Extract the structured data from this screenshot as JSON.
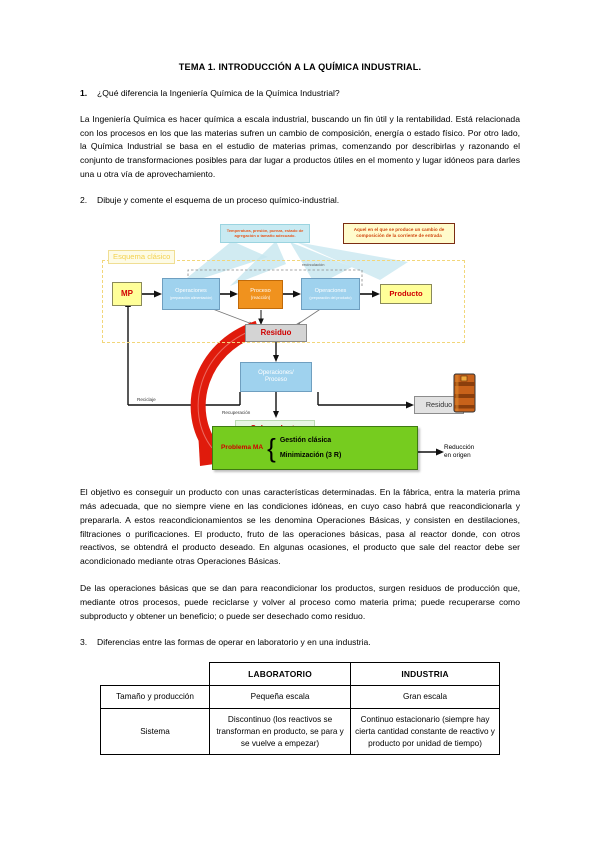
{
  "document": {
    "title": "TEMA 1. INTRODUCCIÓN A LA QUÍMICA INDUSTRIAL."
  },
  "questions": [
    {
      "number": "1.",
      "text": "¿Qué diferencia la Ingeniería Química de la Química Industrial?"
    },
    {
      "number": "2.",
      "text": "Dibuje y comente el esquema de un proceso químico-industrial."
    },
    {
      "number": "3.",
      "text": "Diferencias entre las formas de operar en laboratorio y en una industria."
    }
  ],
  "paragraphs": {
    "p1": "La Ingeniería Química es hacer química a escala industrial, buscando un fin útil y la rentabilidad. Está relacionada con los procesos en los que las materias sufren un cambio de composición, energía o estado físico. Por otro lado, la Química Industrial se basa en el estudio de materias primas, comenzando por describirlas y razonando el conjunto de transformaciones posibles para dar lugar a productos útiles en el momento y lugar idóneos para darles una u otra vía de aprovechamiento.",
    "p2": "El objetivo es conseguir un producto con unas características determinadas. En la fábrica, entra la materia prima más adecuada, que no siempre viene en las condiciones idóneas, en cuyo caso habrá que reacondicionarla y prepararla. A estos reacondicionamientos se les denomina Operaciones Básicas, y consisten en destilaciones, filtraciones o purificaciones. El producto, fruto de las operaciones básicas, pasa al reactor donde, con otros reactivos, se obtendrá el producto deseado. En algunas ocasiones, el producto que sale del reactor debe ser acondicionado mediante otras Operaciones Básicas.",
    "p3": "De las operaciones básicas que se dan para reacondicionar los productos, surgen residuos de producción que, mediante otros procesos, puede reciclarse y volver al proceso como materia prima; puede recuperarse como subproducto y obtener un beneficio; o puede ser desechado como residuo."
  },
  "diagram": {
    "callout_conditions": "Temperatura, presión, pureza, estado de agregación o tamaño adecuado.",
    "callout_process": "Aquel en el que se produce un cambio de composición de la corriente de entrada",
    "scheme_label": "Esquema clásico",
    "nodes": {
      "mp": "MP",
      "op1_main": "Operaciones",
      "op1_sub": "(preparación alimentación)",
      "proceso_main": "Proceso",
      "proceso_sub": "(reacción)",
      "op2_main": "Operaciones",
      "op2_sub": "(preparación del producto)",
      "producto": "Producto",
      "residuo": "Residuo",
      "op_proceso_main": "Operaciones/",
      "op_proceso_sub": "Proceso",
      "subproducto": "Subproducto",
      "residuo_final": "Residuo",
      "problema_ma": "Problema MA",
      "gestion_clasica": "Gestión clásica",
      "minimizacion": "Minimización (3 R)",
      "reduccion_line1": "Reducción",
      "reduccion_line2": "en origen"
    },
    "edge_labels": {
      "recirculacion": "recirculación",
      "reciclaje": "Reciclaje",
      "recuperacion": "Recuperación"
    },
    "colors": {
      "mp_fill": "#ffff99",
      "operations_fill": "#9fd2ee",
      "process_fill": "#f0921e",
      "residue_fill": "#d4d4d4",
      "subproduct_fill": "#e8f6e4",
      "problem_fill": "#76cc1f",
      "callout_blue": "#c8eaf2",
      "callout_yellow": "#fffbcc",
      "arrow_red": "#e01b0c",
      "scheme_border": "#f2d67a"
    }
  },
  "table": {
    "headers": [
      "",
      "LABORATORIO",
      "INDUSTRIA"
    ],
    "rows": [
      {
        "label": "Tamaño y producción",
        "laboratorio": "Pequeña escala",
        "industria": "Gran escala"
      },
      {
        "label": "Sistema",
        "laboratorio": "Discontinuo (los reactivos se transforman en producto, se para y se vuelve a empezar)",
        "industria": "Continuo estacionario (siempre hay cierta cantidad constante de reactivo y producto por unidad de tiempo)"
      }
    ]
  }
}
